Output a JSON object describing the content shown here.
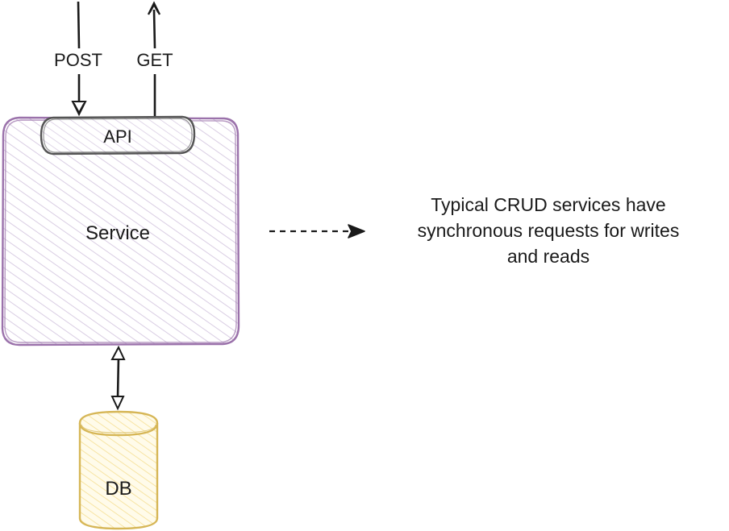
{
  "diagram": {
    "labels": {
      "post": "POST",
      "get": "GET",
      "api": "API",
      "service": "Service",
      "db": "DB"
    },
    "caption": {
      "lines": [
        "Typical CRUD services have",
        "synchronous requests for writes",
        "and reads"
      ]
    },
    "colors": {
      "service_stroke": "#9b72ab",
      "service_hatch": "#d9cde3",
      "api_stroke": "#555555",
      "db_stroke": "#d6b656",
      "db_fill": "#fff2cc",
      "arrow": "#1a1a1a"
    }
  }
}
